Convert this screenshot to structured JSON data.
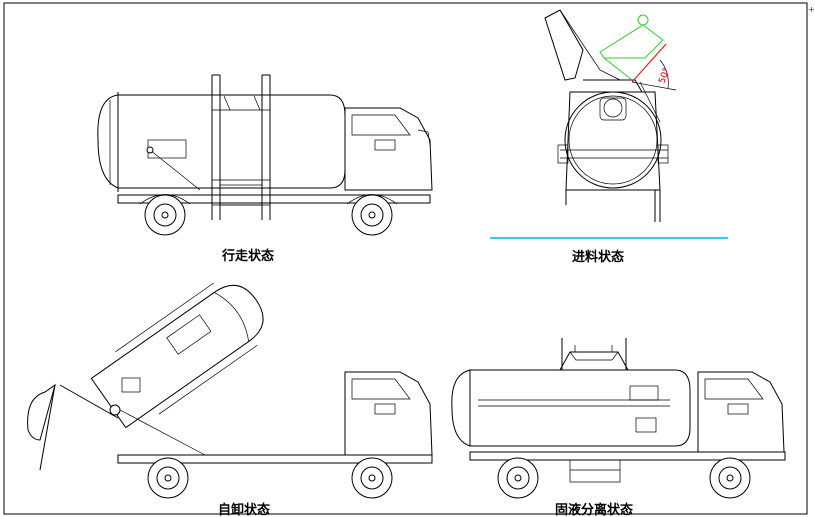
{
  "panels": {
    "driving": {
      "caption": "行走状态"
    },
    "feeding": {
      "caption": "进料状态",
      "angle_label": "50°"
    },
    "dumping": {
      "caption": "自卸状态"
    },
    "separation": {
      "caption": "固液分离状态"
    }
  },
  "colors": {
    "line": "#000000",
    "highlight_green": "#33cc33",
    "highlight_red": "#e02020",
    "cyan_line": "#33ccee",
    "frame_border": "#000000"
  }
}
